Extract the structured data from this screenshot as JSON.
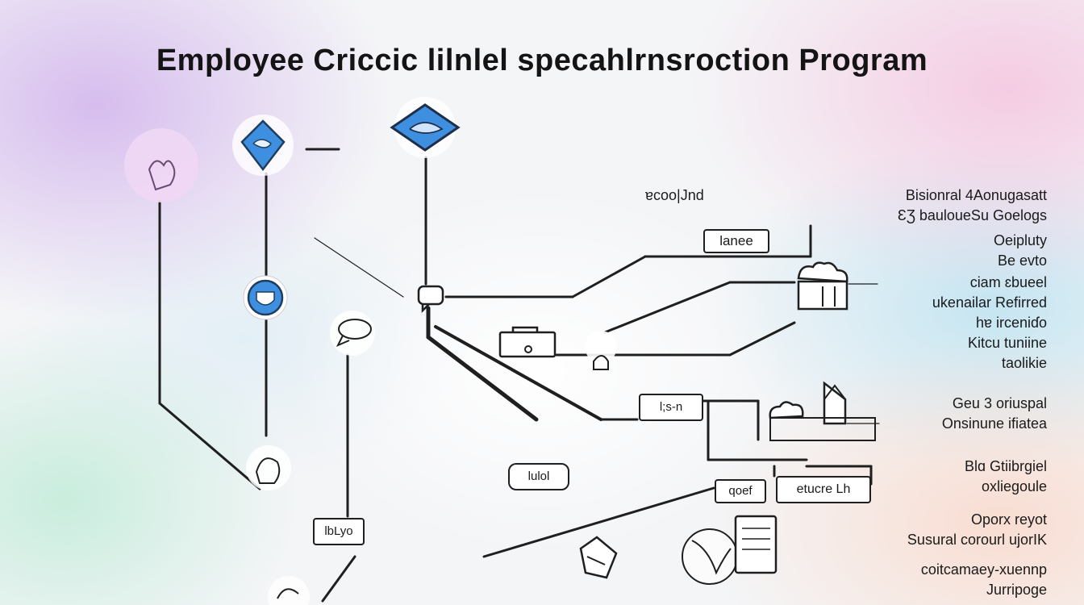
{
  "title": "Employee Criccic lilnlel specahlrnsroction Program",
  "small_top_label": "ɐcoo|Jnd",
  "boxes": {
    "lanee": "lanee",
    "t_s_n": "l;s-n",
    "lulol": "lulol",
    "bl_yo": "lbLyo",
    "q_oet": "qoef",
    "etucre": "etucre Lh"
  },
  "right_groups": [
    {
      "lines": [
        "Bisionral 4Aonugasatt",
        "ƐƷ  bauloueSu Goelogs"
      ]
    },
    {
      "lines": [
        "Oeipluty",
        "Be evto"
      ]
    },
    {
      "lines": [
        "ciam ɛbueel",
        "ukenailar Refirred",
        "hɐ irceniɗo",
        "Kitcu tuniine",
        "taolikie"
      ]
    },
    {
      "lines": [
        "Geu 3 oriuspal",
        "Onsinune ifiatea"
      ]
    },
    {
      "lines": [
        "Blɑ Gtiibrgiel",
        "oxliegoule"
      ]
    },
    {
      "lines": [
        "Oporx reyot",
        "Susural corourl ujorIK"
      ]
    },
    {
      "lines": [
        "coitcamaey-xuennp",
        "Jurripoge"
      ]
    }
  ],
  "colors": {
    "accent_blue": "#3f8fe0",
    "line": "#1f1f1f"
  }
}
